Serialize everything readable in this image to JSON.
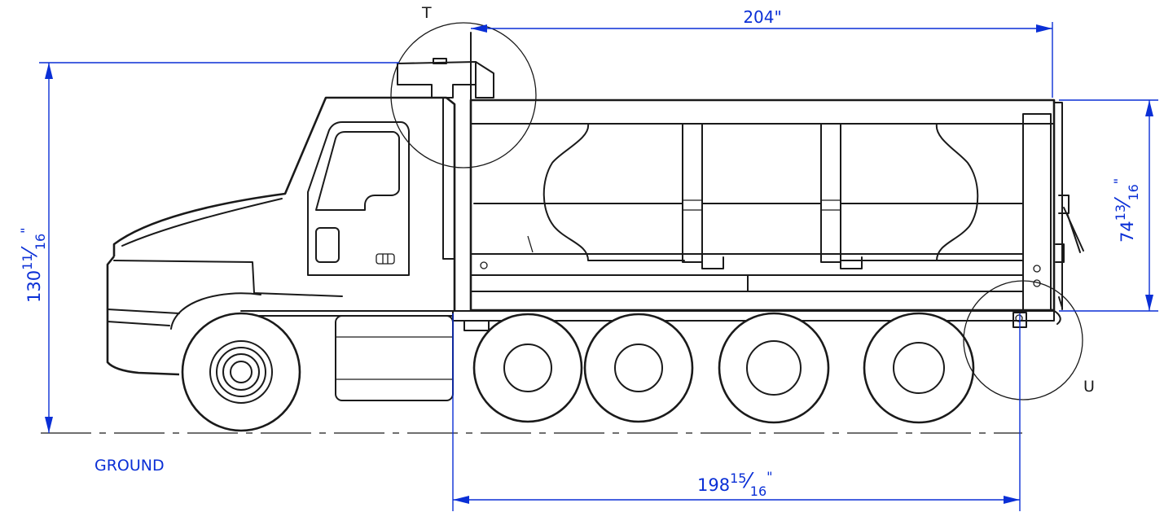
{
  "dimensions": {
    "overall_height": {
      "whole": "130",
      "num": "11",
      "den": "16",
      "unit": "\""
    },
    "body_length": {
      "text": "204\""
    },
    "body_height": {
      "whole": "74",
      "num": "13",
      "den": "16",
      "unit": "\""
    },
    "wheelbase": {
      "whole": "198",
      "num": "15",
      "den": "16",
      "unit": "\""
    }
  },
  "callouts": {
    "top_detail": "T",
    "rear_detail": "U"
  },
  "ground_label": "GROUND",
  "colors": {
    "dimension": "#0a2fd6",
    "line": "#1a1a1a"
  }
}
